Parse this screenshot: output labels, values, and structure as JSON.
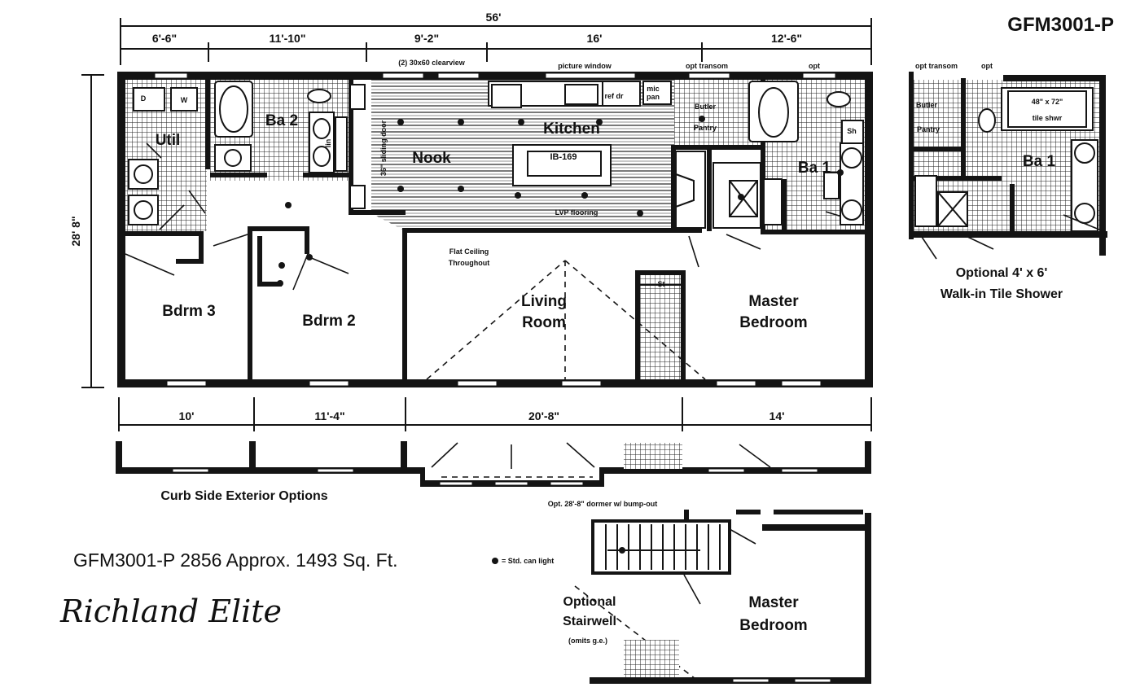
{
  "model_code": "GFM3001-P",
  "dimensions": {
    "overall_width": "56'",
    "overall_depth": "28' 8\"",
    "top": [
      "6'-6\"",
      "11'-10\"",
      "9'-2\"",
      "16'",
      "12'-6\""
    ],
    "bottom": [
      "10'",
      "11'-4\"",
      "20'-8\"",
      "14'"
    ]
  },
  "rooms": {
    "utility": "Util",
    "bath2": "Ba 2",
    "nook": "Nook",
    "kitchen": "Kitchen",
    "bath1": "Ba 1",
    "bedroom3": "Bdrm 3",
    "bedroom2": "Bdrm 2",
    "living_line1": "Living",
    "living_line2": "Room",
    "master_line1": "Master",
    "master_line2": "Bedroom"
  },
  "notes": {
    "clearview": "(2) 30x60 clearview",
    "picture_window": "picture window",
    "opt_transom": "opt transom",
    "opt": "opt",
    "sliding_door": "36\" sliding door",
    "lvp": "LVP flooring",
    "flat_ceiling_1": "Flat Ceiling",
    "flat_ceiling_2": "Throughout",
    "butler": "Butler",
    "pantry": "Pantry",
    "island": "IB-169",
    "micro": "mic",
    "pan": "pan",
    "refer": "ref dr",
    "lin": "lin",
    "sh": "Sh",
    "st": "St",
    "w": "W",
    "d": "D"
  },
  "inset_shower": {
    "opt_transom": "opt transom",
    "opt": "opt",
    "butler": "Butler",
    "pantry": "Pantry",
    "shower_size": "48\" x 72\"",
    "shower_type": "tile shwr",
    "bath": "Ba 1",
    "caption_line1": "Optional 4' x 6'",
    "caption_line2": "Walk-in Tile Shower"
  },
  "curb_side": {
    "caption": "Curb Side Exterior Options",
    "dormer": "Opt. 28'-8\" dormer w/ bump-out"
  },
  "stairwell": {
    "label_line1": "Optional",
    "label_line2": "Stairwell",
    "label_line3": "(omits g.e.)",
    "master_line1": "Master",
    "master_line2": "Bedroom"
  },
  "footer": {
    "title": "GFM3001-P 2856  Approx. 1493 Sq. Ft.",
    "legend": "= Std. can light",
    "name": "Richland Elite"
  }
}
